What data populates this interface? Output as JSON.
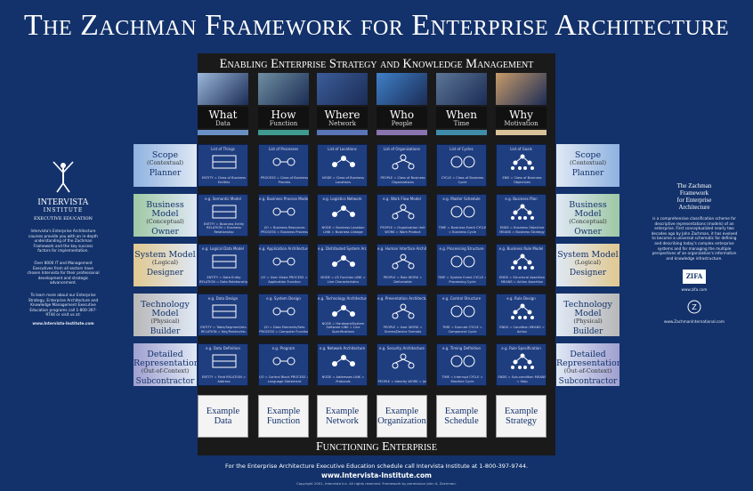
{
  "title": "The Zachman Framework for Enterprise Architecture",
  "header": "Enabling Enterprise Strategy and Knowledge Management",
  "footer_band": "Functioning Enterprise",
  "columns": [
    {
      "what": "What",
      "sub": "Data",
      "color": "#6a8fc4",
      "img": "#9bb7d9"
    },
    {
      "what": "How",
      "sub": "Function",
      "color": "#3f9a8f",
      "img": "#6f8fa0"
    },
    {
      "what": "Where",
      "sub": "Network",
      "color": "#5a74b8",
      "img": "#3c5d9a"
    },
    {
      "what": "Who",
      "sub": "People",
      "color": "#8a74b0",
      "img": "#3f80c8"
    },
    {
      "what": "When",
      "sub": "Time",
      "color": "#3f8ca8",
      "img": "#5c7696"
    },
    {
      "what": "Why",
      "sub": "Motivation",
      "color": "#d9c29a",
      "img": "#c89b6a"
    }
  ],
  "rows": [
    {
      "title": "Scope",
      "persp": "(Contextual)",
      "role": "Planner",
      "color": "#8fb2e0",
      "tint": "#1f3e80",
      "cells": [
        {
          "top": "List of Things",
          "bot": "ENTITY = Class of Business Entities"
        },
        {
          "top": "List of Processes",
          "bot": "PROCESS = Class of Business Process"
        },
        {
          "top": "List of Locations",
          "bot": "NODE = Class of Business Locations"
        },
        {
          "top": "List of Organizations",
          "bot": "PEOPLE = Class of Business Organizations"
        },
        {
          "top": "List of Cycles",
          "bot": "CYCLE = Class of Business Cycle"
        },
        {
          "top": "List of Goals",
          "bot": "END = Class of Business Objectives"
        }
      ]
    },
    {
      "title": "Business Model",
      "persp": "(Conceptual)",
      "role": "Owner",
      "color": "#9ec8a4",
      "tint": "#23417c",
      "cells": [
        {
          "top": "e.g. Semantic Model",
          "bot": "ENTITY = Business Entity RELATION = Business Relationship"
        },
        {
          "top": "e.g. Business Process Model",
          "bot": "I/O = Business Resources PROCESS = Business Process"
        },
        {
          "top": "e.g. Logistics Network",
          "bot": "NODE = Business Location LINK = Business Linkage"
        },
        {
          "top": "e.g. Work Flow Model",
          "bot": "PEOPLE = Organization Unit WORK = Work Product"
        },
        {
          "top": "e.g. Master Schedule",
          "bot": "TIME = Business Event CYCLE = Business Cycle"
        },
        {
          "top": "e.g. Business Plan",
          "bot": "ENDS = Business Objective MEANS = Business Strategy"
        }
      ]
    },
    {
      "title": "System Model",
      "persp": "(Logical)",
      "role": "Designer",
      "color": "#e0c890",
      "tint": "#23417c",
      "cells": [
        {
          "top": "e.g. Logical Data Model",
          "bot": "ENTITY = Data Entity RELATION = Data Relationship"
        },
        {
          "top": "e.g. Application Architecture",
          "bot": "I/O = User Views PROCESS = Application Function"
        },
        {
          "top": "e.g. Distributed System Architecture",
          "bot": "NODE = I/S Function LINK = Line Characteristics"
        },
        {
          "top": "e.g. Human Interface Architecture",
          "bot": "PEOPLE = Role WORK = Deliverable"
        },
        {
          "top": "e.g. Processing Structure",
          "bot": "TIME = System Event CYCLE = Processing Cycle"
        },
        {
          "top": "e.g. Business Rule Model",
          "bot": "ENDS = Structural Assertion MEANS = Action Assertion"
        }
      ]
    },
    {
      "title": "Technology Model",
      "persp": "(Physical)",
      "role": "Builder",
      "color": "#b8b8b8",
      "tint": "#23417c",
      "cells": [
        {
          "top": "e.g. Data Design",
          "bot": "ENTITY = Table/Segment/etc. RELATION = Key/Pointer/etc."
        },
        {
          "top": "e.g. System Design",
          "bot": "I/O = Data Elements/Sets PROCESS = Computer Function"
        },
        {
          "top": "e.g. Technology Architecture",
          "bot": "NODE = Hardware/System Software LINK = Line Specifications"
        },
        {
          "top": "e.g. Presentation Architecture",
          "bot": "PEOPLE = User WORK = Screen/Device Formats"
        },
        {
          "top": "e.g. Control Structure",
          "bot": "TIME = Execute CYCLE = Component Cycle"
        },
        {
          "top": "e.g. Rule Design",
          "bot": "ENDS = Condition MEANS = Action"
        }
      ]
    },
    {
      "title": "Detailed Representations",
      "persp": "(Out-of-Context)",
      "role": "Subcontractor",
      "color": "#a0a0d0",
      "tint": "#23417c",
      "cells": [
        {
          "top": "e.g. Data Definition",
          "bot": "ENTITY = Field RELATION = Address"
        },
        {
          "top": "e.g. Program",
          "bot": "I/O = Control Block PROCESS = Language Statement"
        },
        {
          "top": "e.g. Network Architecture",
          "bot": "NODE = Addresses LINK = Protocols"
        },
        {
          "top": "e.g. Security Architecture",
          "bot": "PEOPLE = Identity WORK = Job"
        },
        {
          "top": "e.g. Timing Definition",
          "bot": "TIME = Interrupt CYCLE = Machine Cycle"
        },
        {
          "top": "e.g. Rule Specification",
          "bot": "ENDS = Sub-condition MEANS = Step"
        }
      ]
    }
  ],
  "examples": [
    "Example Data",
    "Example Function",
    "Example Network",
    "Example Organization",
    "Example Schedule",
    "Example Strategy"
  ],
  "left_panel": {
    "logo_line1": "INTERVISTA",
    "logo_line2": "INSTITUTE",
    "logo_line3": "EXECUTIVE EDUCATION",
    "p1": "Intervista's Enterprise Architecture courses provide you with an in-depth understanding of the Zachman Framework and the key success factors for implementation.",
    "p2": "Over 8000 IT and Management Executives from all sectors have chosen Intervista for their professional development and strategic advancement.",
    "p3": "To learn more about our Enterprise Strategy, Enterprise Architecture and Knowledge Management Executive Education programs call 1-800-397-9744 or visit us at:",
    "url": "www.Intervista-Institute.com"
  },
  "right_panel": {
    "heading1": "The Zachman",
    "heading2": "Framework",
    "heading3": "for Enterprise",
    "heading4": "Architecture",
    "p1": "is a comprehensive classification scheme for descriptive representations (models) of an enterprise. First conceptualized nearly two decades ago by John Zachman, it has evolved to become a universal schematic for defining and describing today's complex enterprise systems and for managing the multiple perspectives of an organization's information and knowledge infrastructure.",
    "zifa": "ZIFA",
    "zifa_url": "www.zifa.com",
    "zi_url": "www.ZachmanInternational.com"
  },
  "bottom": {
    "line1": "For the Enterprise Architecture Executive Education schedule call Intervista Institute at 1-800-397-9744.",
    "line2": "www.Intervista-Institute.com",
    "line3": "Copyright 2001, Intervista Inc. All rights reserved. Framework by permission John A. Zachman."
  }
}
